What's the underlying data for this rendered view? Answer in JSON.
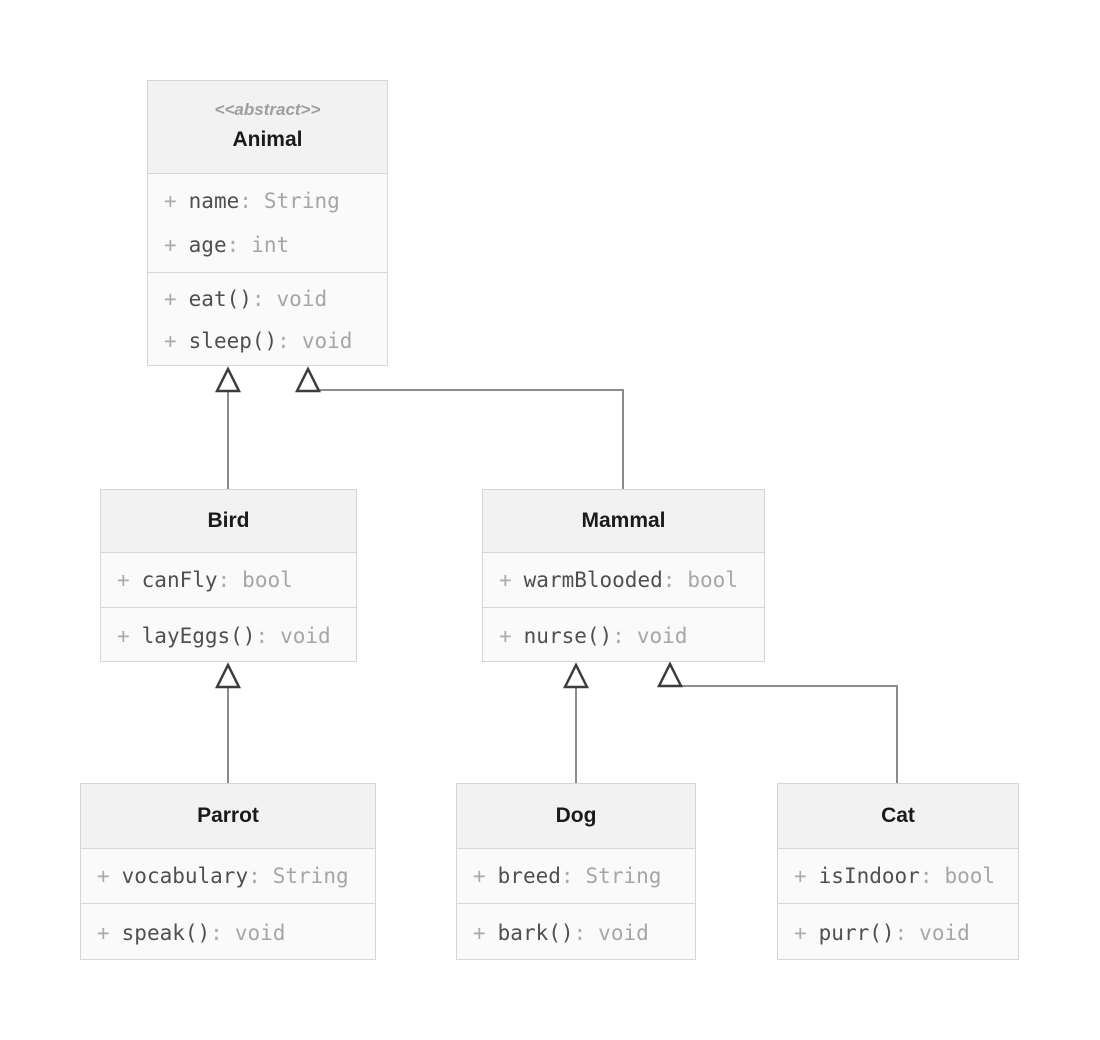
{
  "diagram": {
    "symbols": {
      "visibility_public": "+",
      "colon": ":"
    },
    "colors": {
      "header_fill": "#f2f2f2",
      "body_fill": "#fafafa",
      "border": "#d5d5d5",
      "edge_line": "#8c8c8c",
      "arrow_stroke": "#3c3c3c",
      "class_name_text": "#1b1b1b",
      "member_name_text": "#4f4f4f",
      "muted_text": "#ababab"
    },
    "classes": [
      {
        "id": "animal",
        "stereotype": "<<abstract>>",
        "name": "Animal",
        "attributes": [
          {
            "label": "name",
            "type": "String"
          },
          {
            "label": "age",
            "type": "int"
          }
        ],
        "methods": [
          {
            "label": "eat()",
            "type": "void"
          },
          {
            "label": "sleep()",
            "type": "void"
          }
        ]
      },
      {
        "id": "bird",
        "name": "Bird",
        "attributes": [
          {
            "label": "canFly",
            "type": "bool"
          }
        ],
        "methods": [
          {
            "label": "layEggs()",
            "type": "void"
          }
        ]
      },
      {
        "id": "mammal",
        "name": "Mammal",
        "attributes": [
          {
            "label": "warmBlooded",
            "type": "bool"
          }
        ],
        "methods": [
          {
            "label": "nurse()",
            "type": "void"
          }
        ]
      },
      {
        "id": "parrot",
        "name": "Parrot",
        "attributes": [
          {
            "label": "vocabulary",
            "type": "String"
          }
        ],
        "methods": [
          {
            "label": "speak()",
            "type": "void"
          }
        ]
      },
      {
        "id": "dog",
        "name": "Dog",
        "attributes": [
          {
            "label": "breed",
            "type": "String"
          }
        ],
        "methods": [
          {
            "label": "bark()",
            "type": "void"
          }
        ]
      },
      {
        "id": "cat",
        "name": "Cat",
        "attributes": [
          {
            "label": "isIndoor",
            "type": "bool"
          }
        ],
        "methods": [
          {
            "label": "purr()",
            "type": "void"
          }
        ]
      }
    ],
    "relationships": [
      {
        "from": "Bird",
        "to": "Animal",
        "type": "inheritance"
      },
      {
        "from": "Mammal",
        "to": "Animal",
        "type": "inheritance"
      },
      {
        "from": "Parrot",
        "to": "Bird",
        "type": "inheritance"
      },
      {
        "from": "Dog",
        "to": "Mammal",
        "type": "inheritance"
      },
      {
        "from": "Cat",
        "to": "Mammal",
        "type": "inheritance"
      }
    ]
  }
}
